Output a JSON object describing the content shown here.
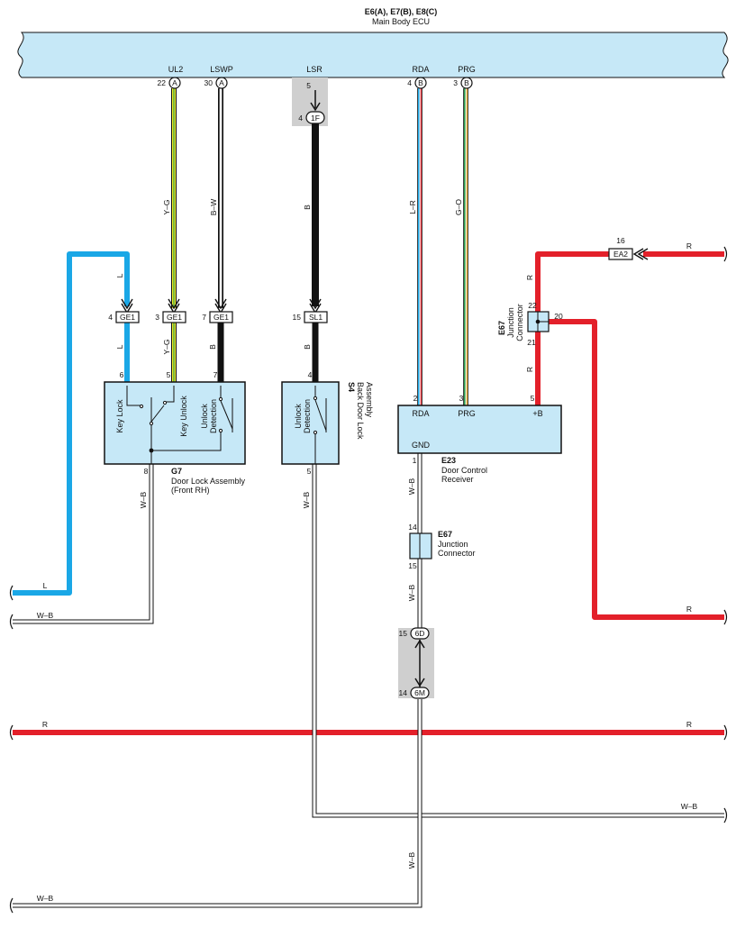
{
  "ecu": {
    "code": "E6(A), E7(B), E8(C)",
    "name": "Main Body ECU",
    "terminals": [
      {
        "name": "UL2",
        "pin": "22",
        "conn": "A"
      },
      {
        "name": "LSWP",
        "pin": "30",
        "conn": "A"
      },
      {
        "name": "LSR",
        "pin": "5",
        "conn": ""
      },
      {
        "name": "RDA",
        "pin": "4",
        "conn": "B"
      },
      {
        "name": "PRG",
        "pin": "3",
        "conn": "B"
      }
    ]
  },
  "connectors": {
    "ge1_a": {
      "pin": "4",
      "label": "GE1"
    },
    "ge1_b": {
      "pin": "3",
      "label": "GE1"
    },
    "ge1_c": {
      "pin": "7",
      "label": "GE1"
    },
    "sl1": {
      "pin": "15",
      "label": "SL1"
    },
    "c1f": {
      "pin": "4",
      "label": "1F"
    },
    "ea2": {
      "pin": "16",
      "label": "EA2"
    },
    "c6d": {
      "pin": "15",
      "label": "6D"
    },
    "c6m": {
      "pin": "14",
      "label": "6M"
    }
  },
  "wires": {
    "l": "L",
    "yg": "Y–G",
    "bw": "B–W",
    "b": "B",
    "lr": "L–R",
    "go": "G–O",
    "r": "R",
    "wb": "W–B"
  },
  "g7": {
    "code": "G7",
    "name_line1": "Door Lock Assembly",
    "name_line2": "(Front RH)",
    "pins": {
      "p6": "6",
      "p5": "5",
      "p7": "7",
      "p8": "8"
    },
    "sw1": "Key Lock",
    "sw2": "Key Unlock",
    "sw3_line1": "Unlock",
    "sw3_line2": "Detection"
  },
  "s4": {
    "code": "S4",
    "name_line1": "Back Door Lock",
    "name_line2": "Assembly",
    "pins": {
      "p4": "4",
      "p5": "5"
    },
    "sw_line1": "Unlock",
    "sw_line2": "Detection"
  },
  "e23": {
    "code": "E23",
    "name_line1": "Door Control",
    "name_line2": "Receiver",
    "pins": {
      "p2": "2",
      "p3": "3",
      "p5": "5",
      "p1": "1"
    },
    "t_rda": "RDA",
    "t_prg": "PRG",
    "t_b": "+B",
    "t_gnd": "GND"
  },
  "e67_top": {
    "code": "E67",
    "name_line1": "Junction",
    "name_line2": "Connector",
    "pins": {
      "p22": "22",
      "p20": "20",
      "p21": "21"
    }
  },
  "e67_mid": {
    "code": "E67",
    "name_line1": "Junction",
    "name_line2": "Connector",
    "pins": {
      "p14": "14",
      "p15": "15"
    }
  },
  "colors": {
    "blue": "#1aa7e6",
    "yellow": "#f2ea2a",
    "green": "#2a9a4a",
    "red": "#e3202a",
    "black": "#111111",
    "component": "#c6e8f7",
    "shade": "#cfcfcf"
  }
}
